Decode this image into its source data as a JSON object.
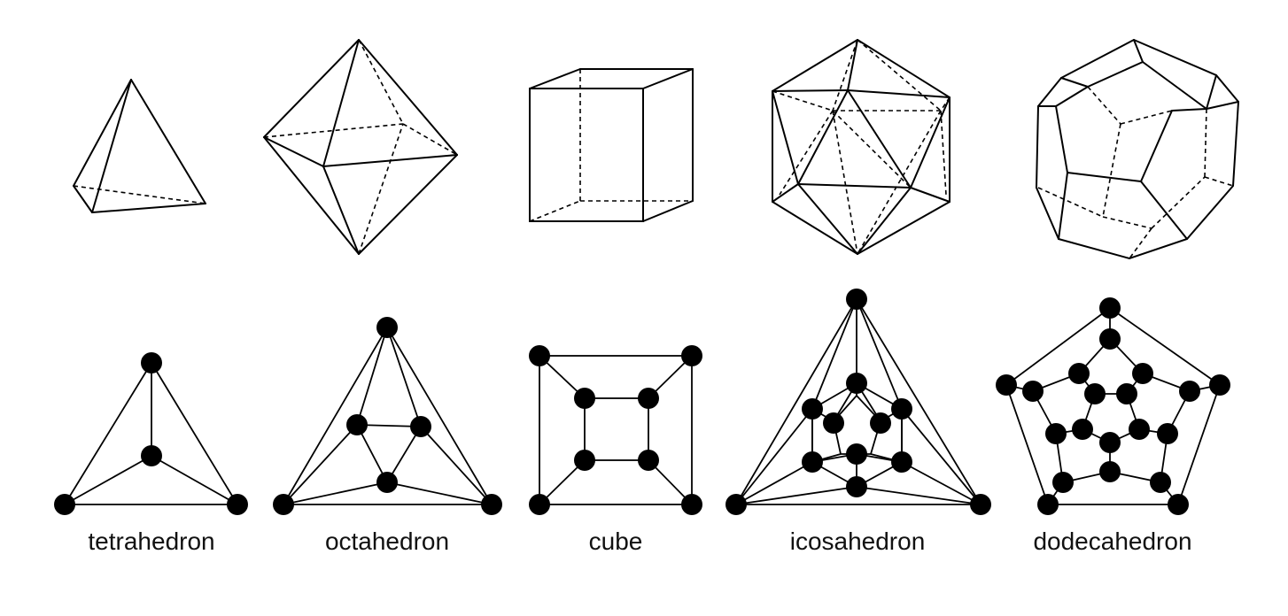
{
  "labels": {
    "tetrahedron": "tetrahedron",
    "octahedron": "octahedron",
    "cube": "cube",
    "icosahedron": "icosahedron",
    "dodecahedron": "dodecahedron"
  },
  "colors": {
    "ink": "#000000",
    "background": "#ffffff"
  }
}
